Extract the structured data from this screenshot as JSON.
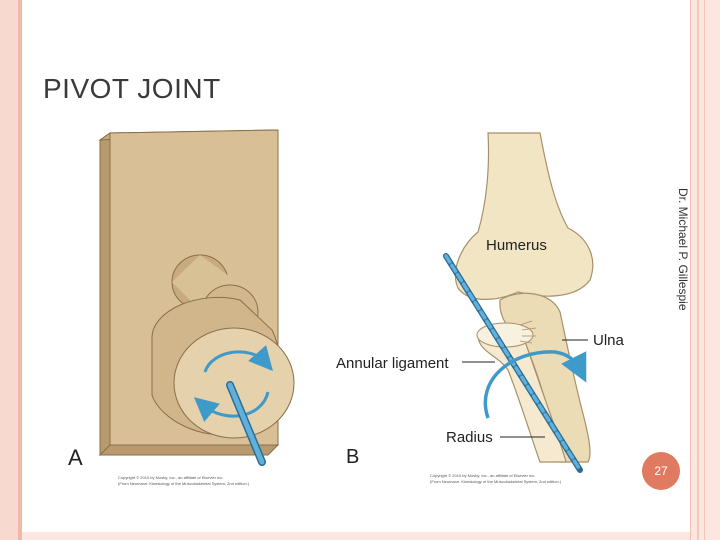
{
  "slide": {
    "title": "PIVOT JOINT",
    "author_credit": "Dr. Michael P. Gillespie",
    "page_number": "27"
  },
  "figure_a": {
    "letter": "A",
    "copyright_line1": "Copyright © 2010 by Mosby, Inc., an affiliate of Elsevier Inc.",
    "copyright_line2": "(From Neumann: Kinesiology of the Musculoskeletal System, 2nd edition.)"
  },
  "figure_b": {
    "letter": "B",
    "labels": {
      "humerus": "Humerus",
      "ulna": "Ulna",
      "annular_ligament": "Annular ligament",
      "radius": "Radius"
    },
    "copyright_line1": "Copyright © 2010 by Mosby, Inc., an affiliate of Elsevier Inc.",
    "copyright_line2": "(From Neumann: Kinesiology of the Musculoskeletal System, 2nd edition.)"
  },
  "colors": {
    "model_tan": "#d8bf95",
    "model_light": "#ead6b4",
    "model_dark": "#b89a6e",
    "bone": "#f2e5c4",
    "arrow_blue": "#3e9ac8",
    "accent": "#e07a60"
  }
}
